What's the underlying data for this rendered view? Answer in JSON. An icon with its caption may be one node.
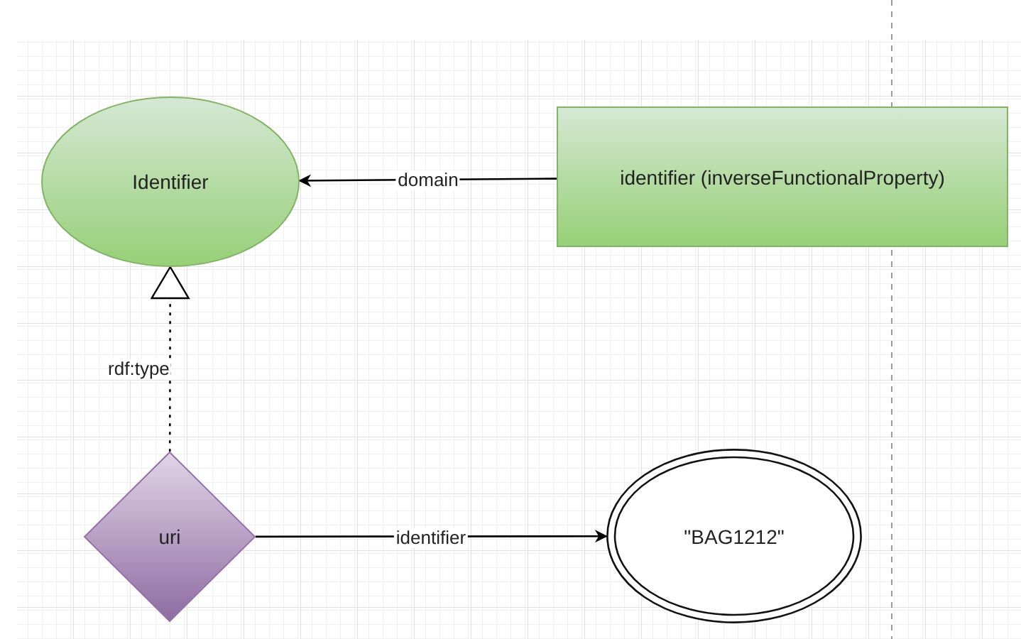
{
  "diagram": {
    "nodes": [
      {
        "text": [
          "Identifier"
        ]
      },
      {
        "text": [
          "identifier (inverseFunctionalProperty)"
        ]
      },
      {
        "text": [
          "uri"
        ]
      },
      {
        "text": [
          "\"BAG1212\""
        ]
      }
    ],
    "edges": [
      {
        "from": 1,
        "to": 0,
        "arrow": "to",
        "label": "domain"
      },
      {
        "from": 2,
        "to": 0,
        "arrow": "to",
        "label": "rdf:type",
        "style": "dashed"
      },
      {
        "from": 2,
        "to": 3,
        "arrow": "to",
        "label": "identifier"
      }
    ]
  }
}
